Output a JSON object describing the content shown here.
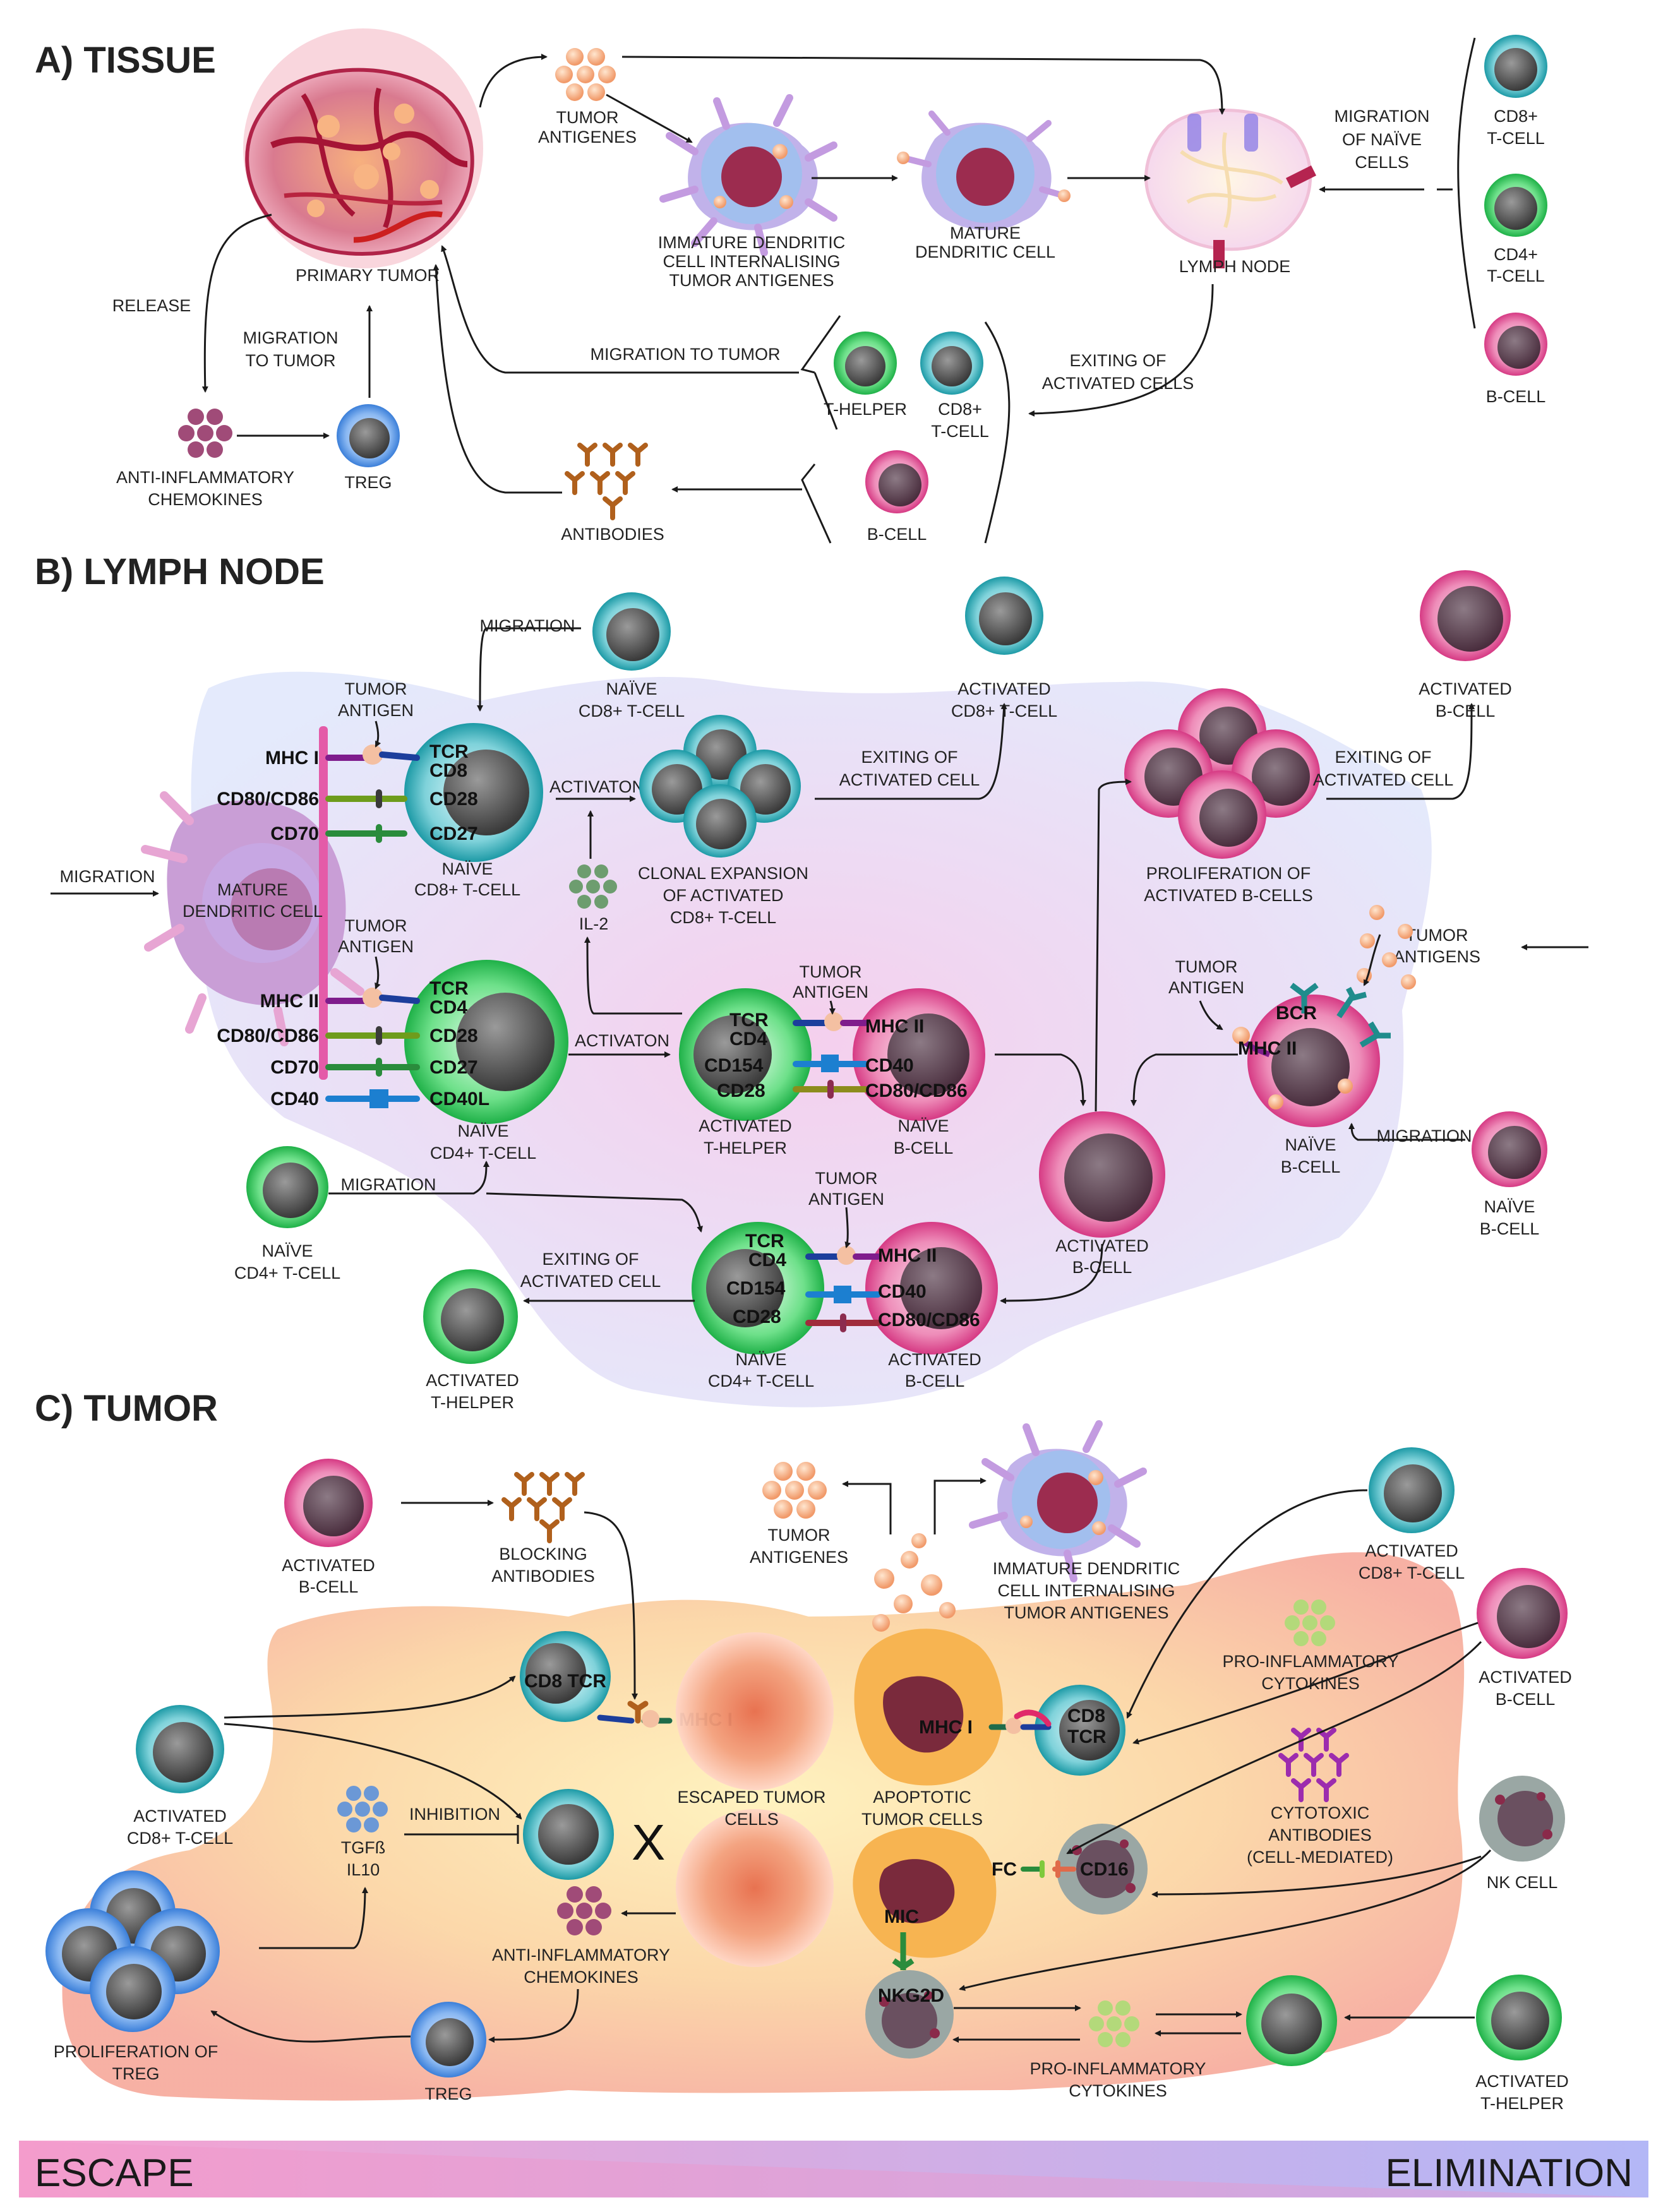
{
  "sections": {
    "tissue": "A) TISSUE",
    "lymph": "B) LYMPH NODE",
    "tumor": "C) TUMOR"
  },
  "tissue": {
    "tumor_antigenes": [
      "TUMOR",
      "ANTIGENES"
    ],
    "immature_dc": [
      "IMMATURE DENDRITIC",
      "CELL INTERNALISING",
      "TUMOR ANTIGENES"
    ],
    "mature_dc": [
      "MATURE",
      "DENDRITIC CELL"
    ],
    "lymph_node": "LYMPH NODE",
    "migration_naive": [
      "MIGRATION",
      "OF NAÏVE",
      "CELLS"
    ],
    "cd8_tcell": [
      "CD8+",
      "T-CELL"
    ],
    "cd4_tcell": [
      "CD4+",
      "T-CELL"
    ],
    "b_cell": "B-CELL",
    "primary_tumor": "PRIMARY TUMOR",
    "release": "RELEASE",
    "migration_to_tumor": [
      "MIGRATION",
      "TO TUMOR"
    ],
    "migration_to_tumor_line": "MIGRATION TO TUMOR",
    "exiting": [
      "EXITING OF",
      "ACTIVATED CELLS"
    ],
    "t_helper": "T-HELPER",
    "cd8_small": [
      "CD8+",
      "T-CELL"
    ],
    "b_cell_small": "B-CELL",
    "chemokines": [
      "ANTI-INFLAMMATORY",
      "CHEMOKINES"
    ],
    "treg": "TREG",
    "antibodies": "ANTIBODIES"
  },
  "lymph": {
    "migration_top": "MIGRATION",
    "naive_cd8_top": [
      "NAÏVE",
      "CD8+ T-CELL"
    ],
    "activated_cd8": [
      "ACTIVATED",
      "CD8+ T-CELL"
    ],
    "activated_b_top": [
      "ACTIVATED",
      "B-CELL"
    ],
    "tumor_antigen": [
      "TUMOR",
      "ANTIGEN"
    ],
    "mhc1": "MHC I",
    "cd80_86": "CD80/CD86",
    "cd70": "CD70",
    "tcr": "TCR",
    "cd8": "CD8",
    "cd28": "CD28",
    "cd27": "CD27",
    "naive_cd8": [
      "NAÏVE",
      "CD8+ T-CELL"
    ],
    "activaton": "ACTIVATON",
    "clonal": [
      "CLONAL EXPANSION",
      "OF ACTIVATED",
      "CD8+ T-CELL"
    ],
    "exiting_cell": [
      "EXITING OF",
      "ACTIVATED CELL"
    ],
    "proliferation_b": [
      "PROLIFERATION OF",
      "ACTIVATED B-CELLS"
    ],
    "migration_left": "MIGRATION",
    "mature_dc": [
      "MATURE",
      "DENDRITIC CELL"
    ],
    "il2": "IL-2",
    "tumor_antigens": [
      "TUMOR",
      "ANTIGENS"
    ],
    "mhc2": "MHC II",
    "cd4": "CD4",
    "cd40": "CD40",
    "cd40l": "CD40L",
    "cd154": "CD154",
    "bcr": "BCR",
    "naive_cd4": [
      "NAÏVE",
      "CD4+ T-CELL"
    ],
    "activated_thelper": [
      "ACTIVATED",
      "T-HELPER"
    ],
    "naive_bcell": [
      "NAÏVE",
      "B-CELL"
    ],
    "activated_bcell": [
      "ACTIVATED",
      "B-CELL"
    ],
    "migration": "MIGRATION"
  },
  "tumor": {
    "activated_b": [
      "ACTIVATED",
      "B-CELL"
    ],
    "blocking": [
      "BLOCKING",
      "ANTIBODIES"
    ],
    "tumor_antigenes": [
      "TUMOR",
      "ANTIGENES"
    ],
    "immature_dc": [
      "IMMATURE DENDRITIC",
      "CELL INTERNALISING",
      "TUMOR ANTIGENES"
    ],
    "activated_cd8": [
      "ACTIVATED",
      "CD8+ T-CELL"
    ],
    "pro_cytokines": [
      "PRO-INFLAMMATORY",
      "CYTOKINES"
    ],
    "cd8_tcr": "CD8 TCR",
    "mhc1": "MHC I",
    "cd8": "CD8",
    "tcr": "TCR",
    "inhibition": "INHIBITION",
    "tgfb": "TGFß",
    "il10": "IL10",
    "escaped": [
      "ESCAPED TUMOR",
      "CELLS"
    ],
    "apoptotic": [
      "APOPTOTIC",
      "TUMOR CELLS"
    ],
    "cytotoxic": [
      "CYTOTOXIC",
      "ANTIBODIES",
      "(CELL-MEDIATED)"
    ],
    "fc": "FC",
    "cd16": "CD16",
    "nk_cell": "NK CELL",
    "mic": "MIC",
    "nkg2d": "NKG2D",
    "chemokines": [
      "ANTI-INFLAMMATORY",
      "CHEMOKINES"
    ],
    "proliferation_treg": [
      "PROLIFERATION OF",
      "TREG"
    ],
    "treg": "TREG",
    "activated_thelper": [
      "ACTIVATED",
      "T-HELPER"
    ]
  },
  "bottom_bar": {
    "left": "ESCAPE",
    "right": "ELIMINATION"
  },
  "colors": {
    "cd8": "#2aa9b4",
    "cd4": "#2ecc55",
    "bcell": "#e2559a",
    "treg": "#4a90e2",
    "tumor_bg": "#f6b9a0",
    "lymph_bg": "#ecd9f2"
  }
}
